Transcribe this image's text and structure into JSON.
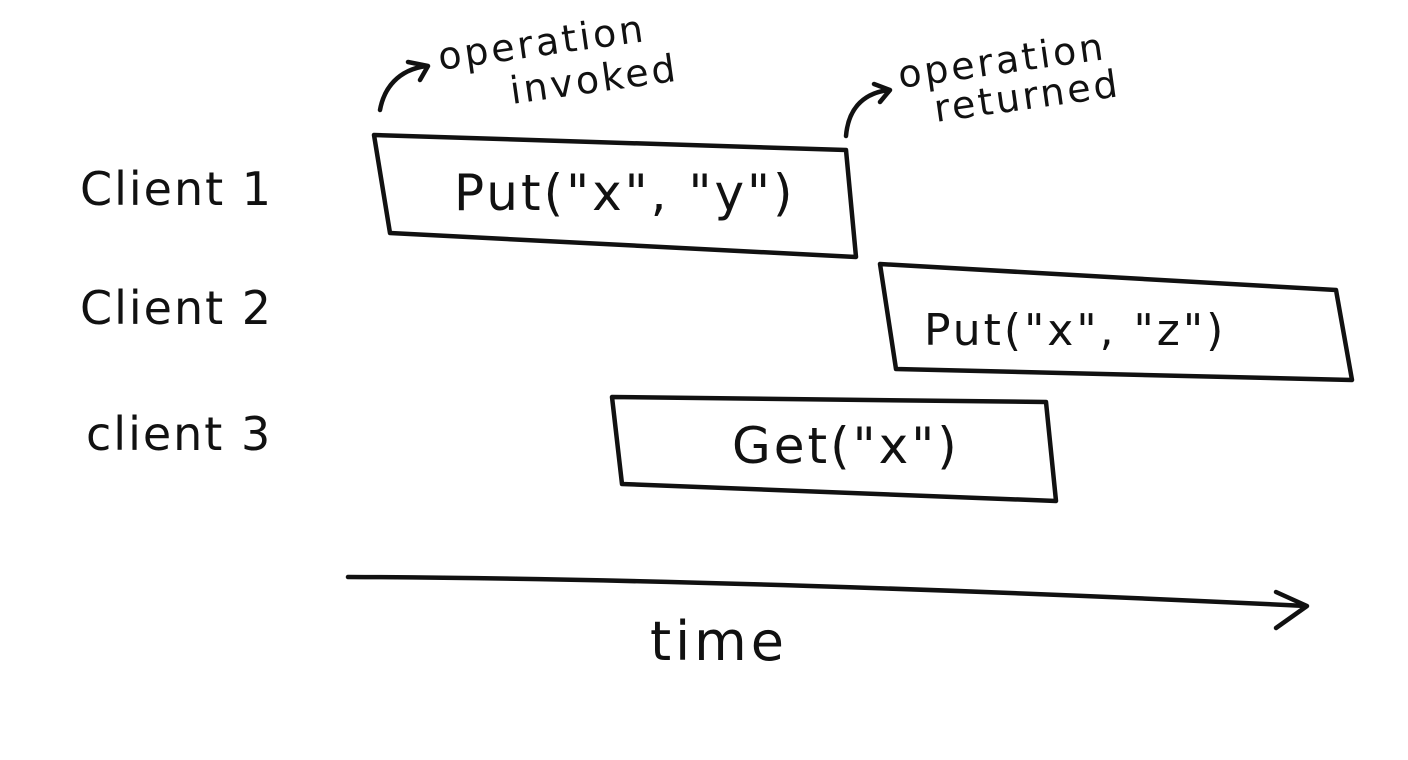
{
  "clients": [
    {
      "label": "Client 1"
    },
    {
      "label": "Client 2"
    },
    {
      "label": "client 3"
    }
  ],
  "operations": [
    {
      "client": "Client 1",
      "text": "Put(\"x\", \"y\")"
    },
    {
      "client": "Client 2",
      "text": "Put(\"x\", \"z\")"
    },
    {
      "client": "client 3",
      "text": "Get(\"x\")"
    }
  ],
  "annotations": {
    "invoked": {
      "line1": "operation",
      "line2": "invoked"
    },
    "returned": {
      "line1": "operation",
      "line2": "returned"
    }
  },
  "axis": {
    "label": "time"
  },
  "colors": {
    "ink": "#111111",
    "background": "#ffffff"
  }
}
